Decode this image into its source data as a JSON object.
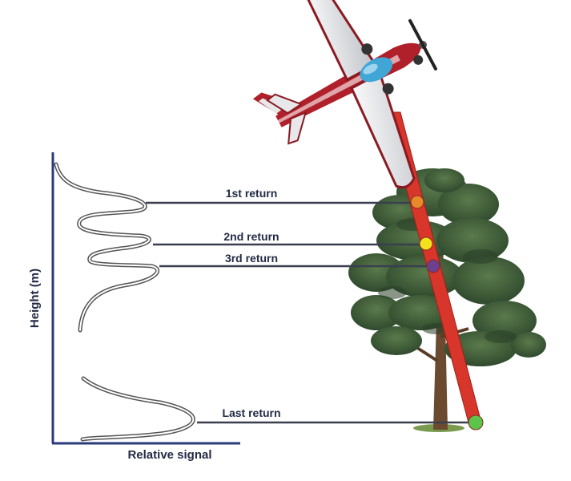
{
  "diagram": {
    "axes": {
      "y_label": "Height (m)",
      "x_label": "Relative signal"
    },
    "returns": [
      {
        "label": "1st return",
        "marker_color": "#e8892a"
      },
      {
        "label": "2nd return",
        "marker_color": "#f2e21c"
      },
      {
        "label": "3rd return",
        "marker_color": "#6c3f8f"
      },
      {
        "label": "Last return",
        "marker_color": "#5cc44a"
      }
    ],
    "colors": {
      "axis": "#2b3a7a",
      "leader_line": "#3a3f4f",
      "waveform": "#555555",
      "laser_beam": "#d9362b",
      "plane_body": "#b0202a",
      "plane_wing": "#e8e8ea",
      "canopy": "#3fa6d6",
      "foliage": "#3d5a37",
      "trunk": "#6b4a30"
    },
    "icons": {
      "aircraft": "airplane-icon",
      "tree": "pine-tree-icon"
    }
  }
}
